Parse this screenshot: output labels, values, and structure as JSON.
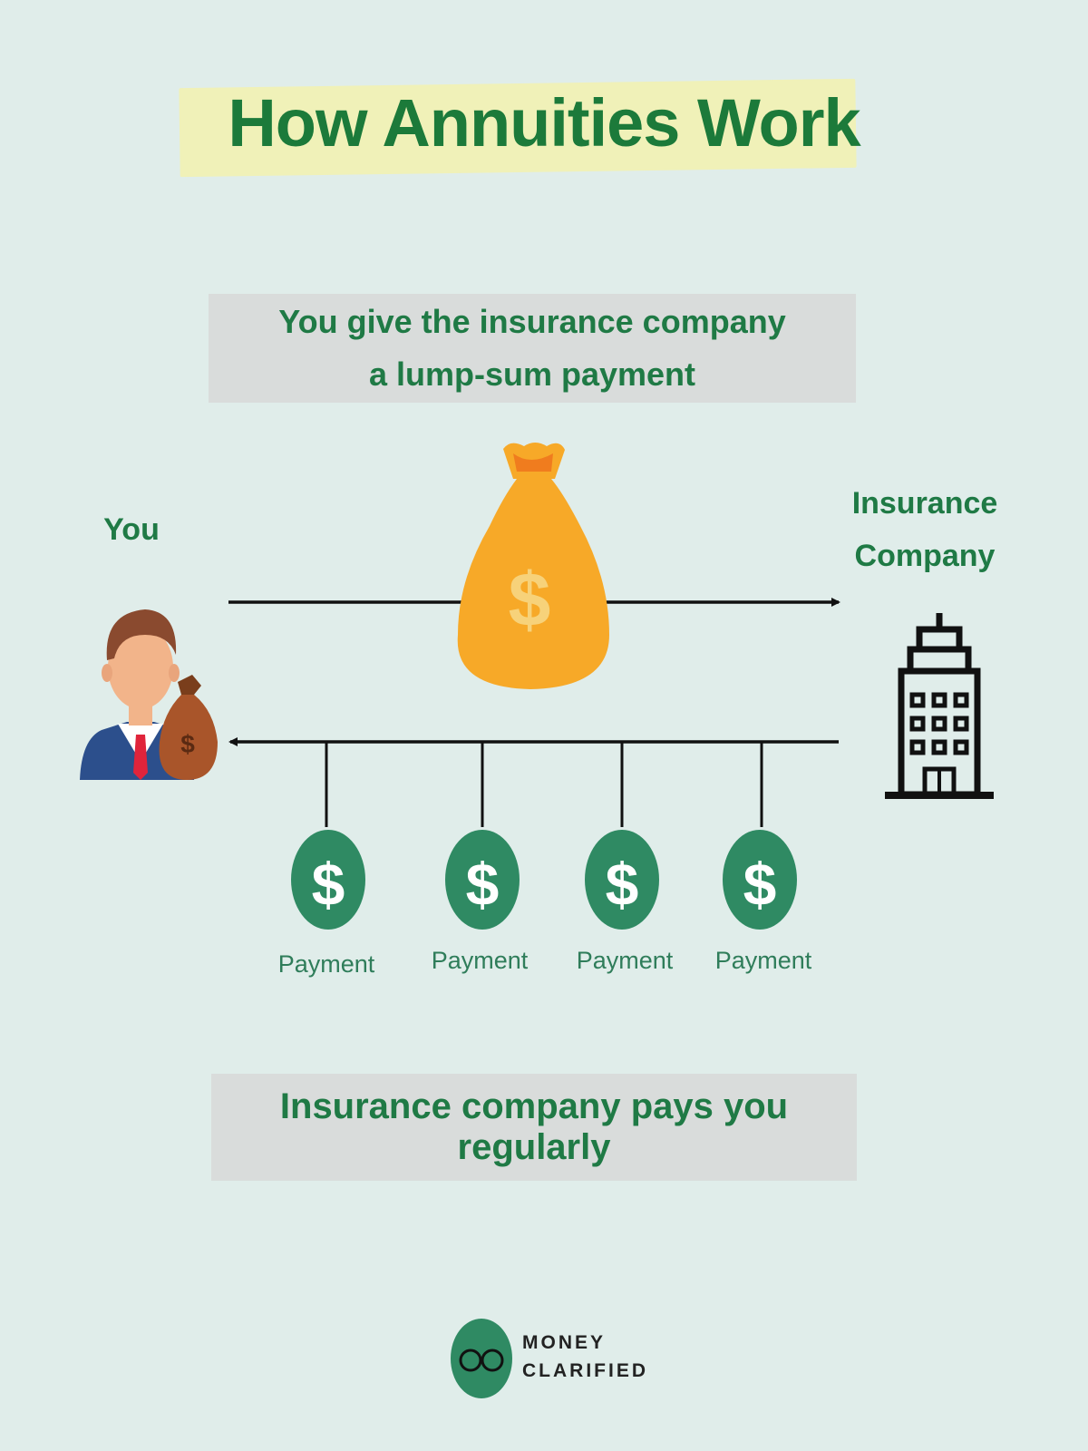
{
  "title": "How Annuities Work",
  "step1": {
    "line1": "You give the insurance company",
    "line2": "a lump-sum payment"
  },
  "parties": {
    "you": "You",
    "company_line1": "Insurance",
    "company_line2": "Company"
  },
  "lump_sum_symbol": "$",
  "payments": [
    {
      "symbol": "$",
      "label": "Payment"
    },
    {
      "symbol": "$",
      "label": "Payment"
    },
    {
      "symbol": "$",
      "label": "Payment"
    },
    {
      "symbol": "$",
      "label": "Payment"
    }
  ],
  "step2": "Insurance company pays you regularly",
  "logo": {
    "line1": "MONEY",
    "line2": "CLARIFIED"
  },
  "colors": {
    "background": "#e0edea",
    "title_green": "#1c7a3a",
    "highlight_yellow": "#f0f1b8",
    "caption_gray": "#d9dcdb",
    "coin_green": "#2f8a63",
    "bag_orange": "#f7a928"
  }
}
